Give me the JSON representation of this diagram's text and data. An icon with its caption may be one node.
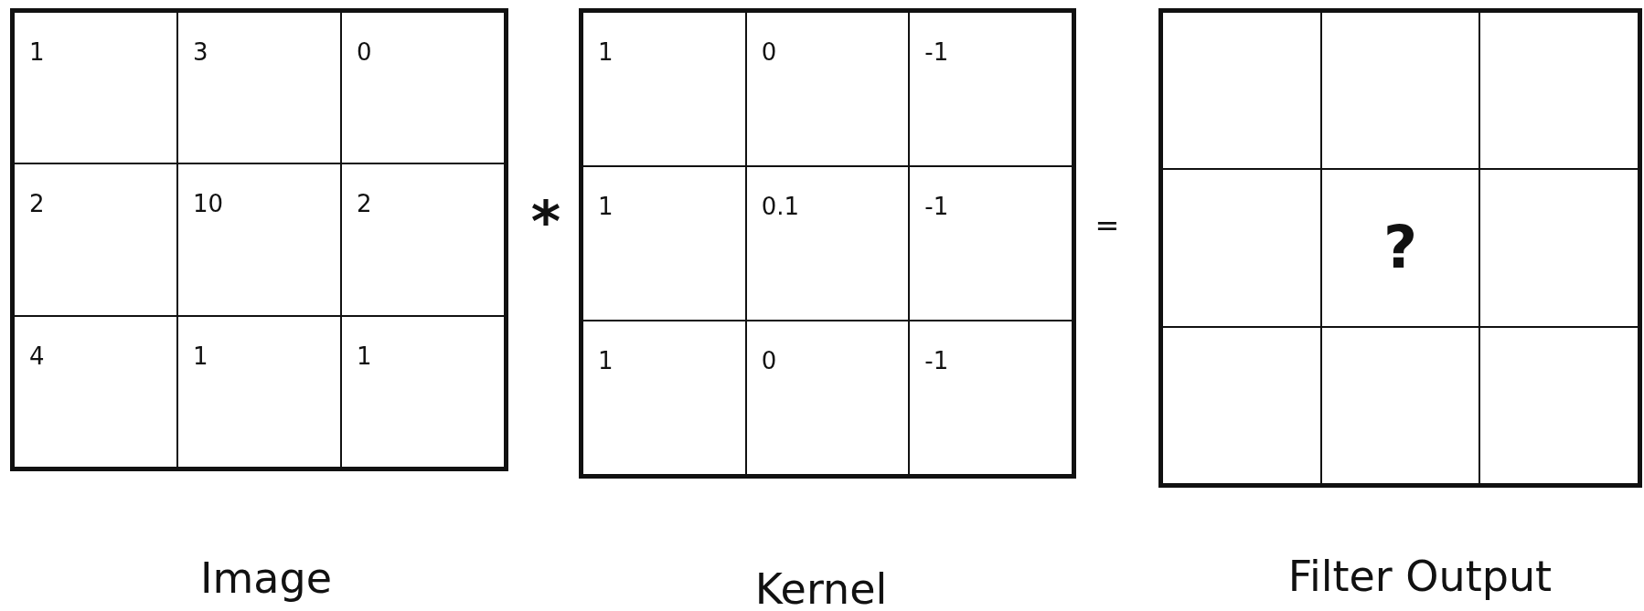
{
  "diagram": {
    "nodes": [
      {
        "text": [
          "Image"
        ]
      },
      {
        "text": [
          "1"
        ],
        "in": 0
      },
      {
        "text": [
          "3"
        ],
        "in": 0
      },
      {
        "text": [
          "0"
        ],
        "in": 0
      },
      {
        "text": [
          "2"
        ],
        "in": 0
      },
      {
        "text": [
          "10"
        ],
        "in": 0
      },
      {
        "text": [
          "2"
        ],
        "in": 0
      },
      {
        "text": [
          "4"
        ],
        "in": 0
      },
      {
        "text": [
          "1"
        ],
        "in": 0
      },
      {
        "text": [
          "1"
        ],
        "in": 0
      },
      {
        "text": [
          "Kernel"
        ]
      },
      {
        "text": [
          "1"
        ],
        "in": 10
      },
      {
        "text": [
          "0"
        ],
        "in": 10
      },
      {
        "text": [
          "-1"
        ],
        "in": 10
      },
      {
        "text": [
          "1"
        ],
        "in": 10
      },
      {
        "text": [
          "0.1"
        ],
        "in": 10
      },
      {
        "text": [
          "-1"
        ],
        "in": 10
      },
      {
        "text": [
          "1"
        ],
        "in": 10
      },
      {
        "text": [
          "0"
        ],
        "in": 10
      },
      {
        "text": [
          "-1"
        ],
        "in": 10
      },
      {
        "text": [
          "Filter Output"
        ]
      },
      {
        "text": [],
        "shape": "box",
        "in": 20
      },
      {
        "text": [],
        "shape": "box",
        "in": 20
      },
      {
        "text": [],
        "shape": "box",
        "in": 20
      },
      {
        "text": [],
        "shape": "box",
        "in": 20
      },
      {
        "text": [
          "?"
        ],
        "in": 20
      },
      {
        "text": [],
        "shape": "box",
        "in": 20
      },
      {
        "text": [],
        "shape": "box",
        "in": 20
      },
      {
        "text": [],
        "shape": "box",
        "in": 20
      },
      {
        "text": [],
        "shape": "box",
        "in": 20
      }
    ],
    "labels": [
      "*",
      "="
    ]
  }
}
